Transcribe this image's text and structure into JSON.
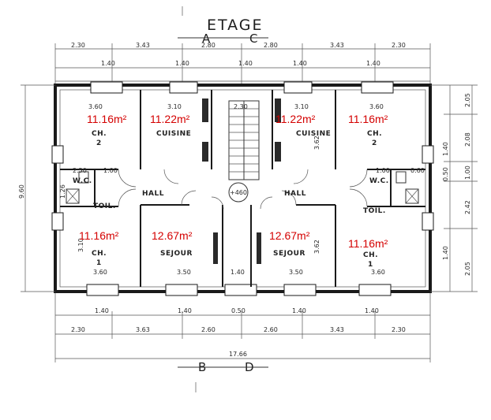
{
  "title": "ETAGE",
  "section_labels": {
    "a": "A",
    "c": "C",
    "b": "B",
    "d": "D"
  },
  "accent_color": "#d40000",
  "areas": {
    "top_left_bedroom": "11.16m²",
    "top_left_kitchen": "11.22m²",
    "top_right_kitchen": "11.22m²",
    "top_right_bedroom": "11.16m²",
    "bottom_left_bedroom": "11.16m²",
    "bottom_left_living": "12.67m²",
    "bottom_right_living": "12.67m²",
    "bottom_right_bedroom": "11.16m²"
  },
  "rooms": {
    "ch2_left": "CH.",
    "ch2_left_num": "2",
    "cuisine_left": "CUISINE",
    "cuisine_right": "CUISINE",
    "ch2_right": "CH.",
    "ch2_right_num": "2",
    "wc_left": "W.C.",
    "wc_right": "W.C.",
    "toil_left": "TOIL.",
    "toil_right": "TOIL.",
    "hall_left": "HALL",
    "hall_right": "HALL",
    "ch1_left": "CH.",
    "ch1_left_num": "1",
    "sejour_left": "SEJOUR",
    "sejour_right": "SEJOUR",
    "ch1_right": "CH.",
    "ch1_right_num": "1",
    "level": "+460"
  },
  "dimensions": {
    "top_row": [
      "2.30",
      "3.43",
      "2.80",
      "2.80",
      "3.43",
      "2.30"
    ],
    "top_row2": [
      "1.40",
      "1.40",
      "1.40",
      "1.40",
      "1.40"
    ],
    "room_widths_top": [
      "3.60",
      "3.10",
      "2.30",
      "3.10",
      "3.60"
    ],
    "room_widths_bottom": [
      "3.60",
      "3.50",
      "1.40",
      "3.50",
      "3.60"
    ],
    "bottom_row1": [
      "1.40",
      "1.40",
      "0.50",
      "1.40",
      "1.40"
    ],
    "bottom_row2": [
      "2.30",
      "3.63",
      "2.60",
      "2.60",
      "3.43",
      "2.30"
    ],
    "total": "17.66",
    "left_total": "9.60",
    "right_col": [
      "2.05",
      "2.08",
      "1.00",
      "2.42",
      "2.05"
    ],
    "right_col2": [
      "1.40",
      "0.50",
      "1.40"
    ],
    "small": [
      "1.00",
      "2.50",
      "1.26",
      "3.10",
      "3.62",
      "3.62",
      "0.60",
      "1.00"
    ]
  }
}
